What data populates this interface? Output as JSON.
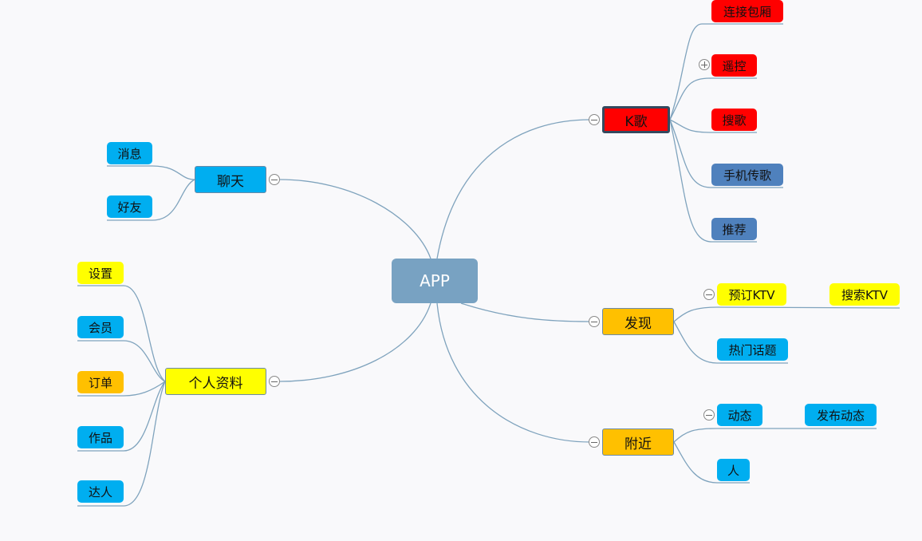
{
  "root": {
    "label": "APP"
  },
  "branches": {
    "ktv": {
      "label": "K歌",
      "color": "#ff0000",
      "children": [
        "连接包厢",
        "遥控",
        "搜歌",
        "手机传歌",
        "推荐"
      ]
    },
    "discover": {
      "label": "发现",
      "color": "#ffc000",
      "children": [
        "预订KTV",
        "搜索KTV",
        "热门话题"
      ]
    },
    "nearby": {
      "label": "附近",
      "color": "#ffc000",
      "children": [
        "动态",
        "发布动态",
        "人"
      ]
    },
    "chat": {
      "label": "聊天",
      "color": "#00aef0",
      "children": [
        "消息",
        "好友"
      ]
    },
    "profile": {
      "label": "个人资料",
      "color": "#ffff00",
      "children": [
        "设置",
        "会员",
        "订单",
        "作品",
        "达人"
      ]
    }
  },
  "colors": {
    "connector": "#7fa3bd",
    "root": "#78a2c2",
    "sky": "#00aef0",
    "yellow": "#ffff00",
    "orange": "#ffc000",
    "red": "#ff0000",
    "steel": "#4f81bd"
  },
  "icons": {
    "collapse": "minus-circle-icon",
    "expand": "plus-circle-icon"
  }
}
